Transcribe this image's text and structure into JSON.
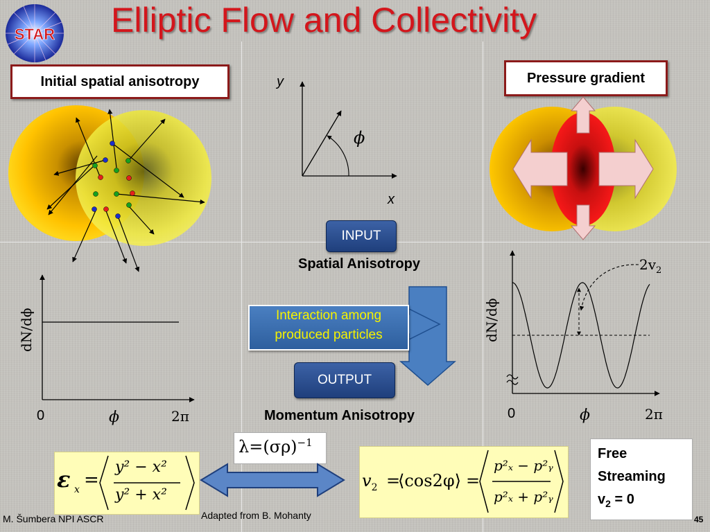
{
  "slide": {
    "title": "Elliptic Flow and Collectivity",
    "logo_text": "STAR",
    "initial_label": "Initial spatial anisotropy",
    "pressure_label": "Pressure gradient",
    "axis_y": "y",
    "axis_x": "x",
    "phi": "ϕ",
    "input_label": "INPUT",
    "spatial_anisotropy": "Spatial Anisotropy",
    "interaction_line1": "Interaction among",
    "interaction_line2": "produced particles",
    "output_label": "OUTPUT",
    "momentum_anisotropy": "Momentum Anisotropy",
    "lambda_formula": "λ=(σρ)",
    "lambda_exp": "−1",
    "free_streaming_1": "Free",
    "free_streaming_2": "Streaming",
    "free_streaming_3": "v",
    "free_streaming_sub": "2",
    "free_streaming_eq": " = 0",
    "left_plot": {
      "ylabel": "dN/dϕ",
      "x0": "0",
      "xphi": "ϕ",
      "x2pi": "2π"
    },
    "right_plot": {
      "ylabel": "dN/dϕ",
      "x0": "0",
      "xphi": "ϕ",
      "x2pi": "2π",
      "annot": "2v",
      "annot_sub": "2"
    },
    "eps_formula": {
      "eps": "ε",
      "sub": "x",
      "eq": "=",
      "num": "y² − x²",
      "den": "y² + x²"
    },
    "v2_formula": {
      "lhs": "v",
      "lhs_sub": "2",
      "eq1": "=",
      "mid": "⟨cos2φ⟩",
      "eq2": "=",
      "num": "p²ₓ − p²ᵧ",
      "den": "p²ₓ + p²ᵧ"
    },
    "footer_left": "M. Šumbera NPI ASCR",
    "footer_center": "Adapted from B. Mohanty",
    "page_number": "45"
  },
  "colors": {
    "title": "#d3161c",
    "frame": "#8b1a1a",
    "button": "#2a4d8f",
    "arrow_blue": "#4a7fc1",
    "formula_bg": "#fffdb8"
  }
}
